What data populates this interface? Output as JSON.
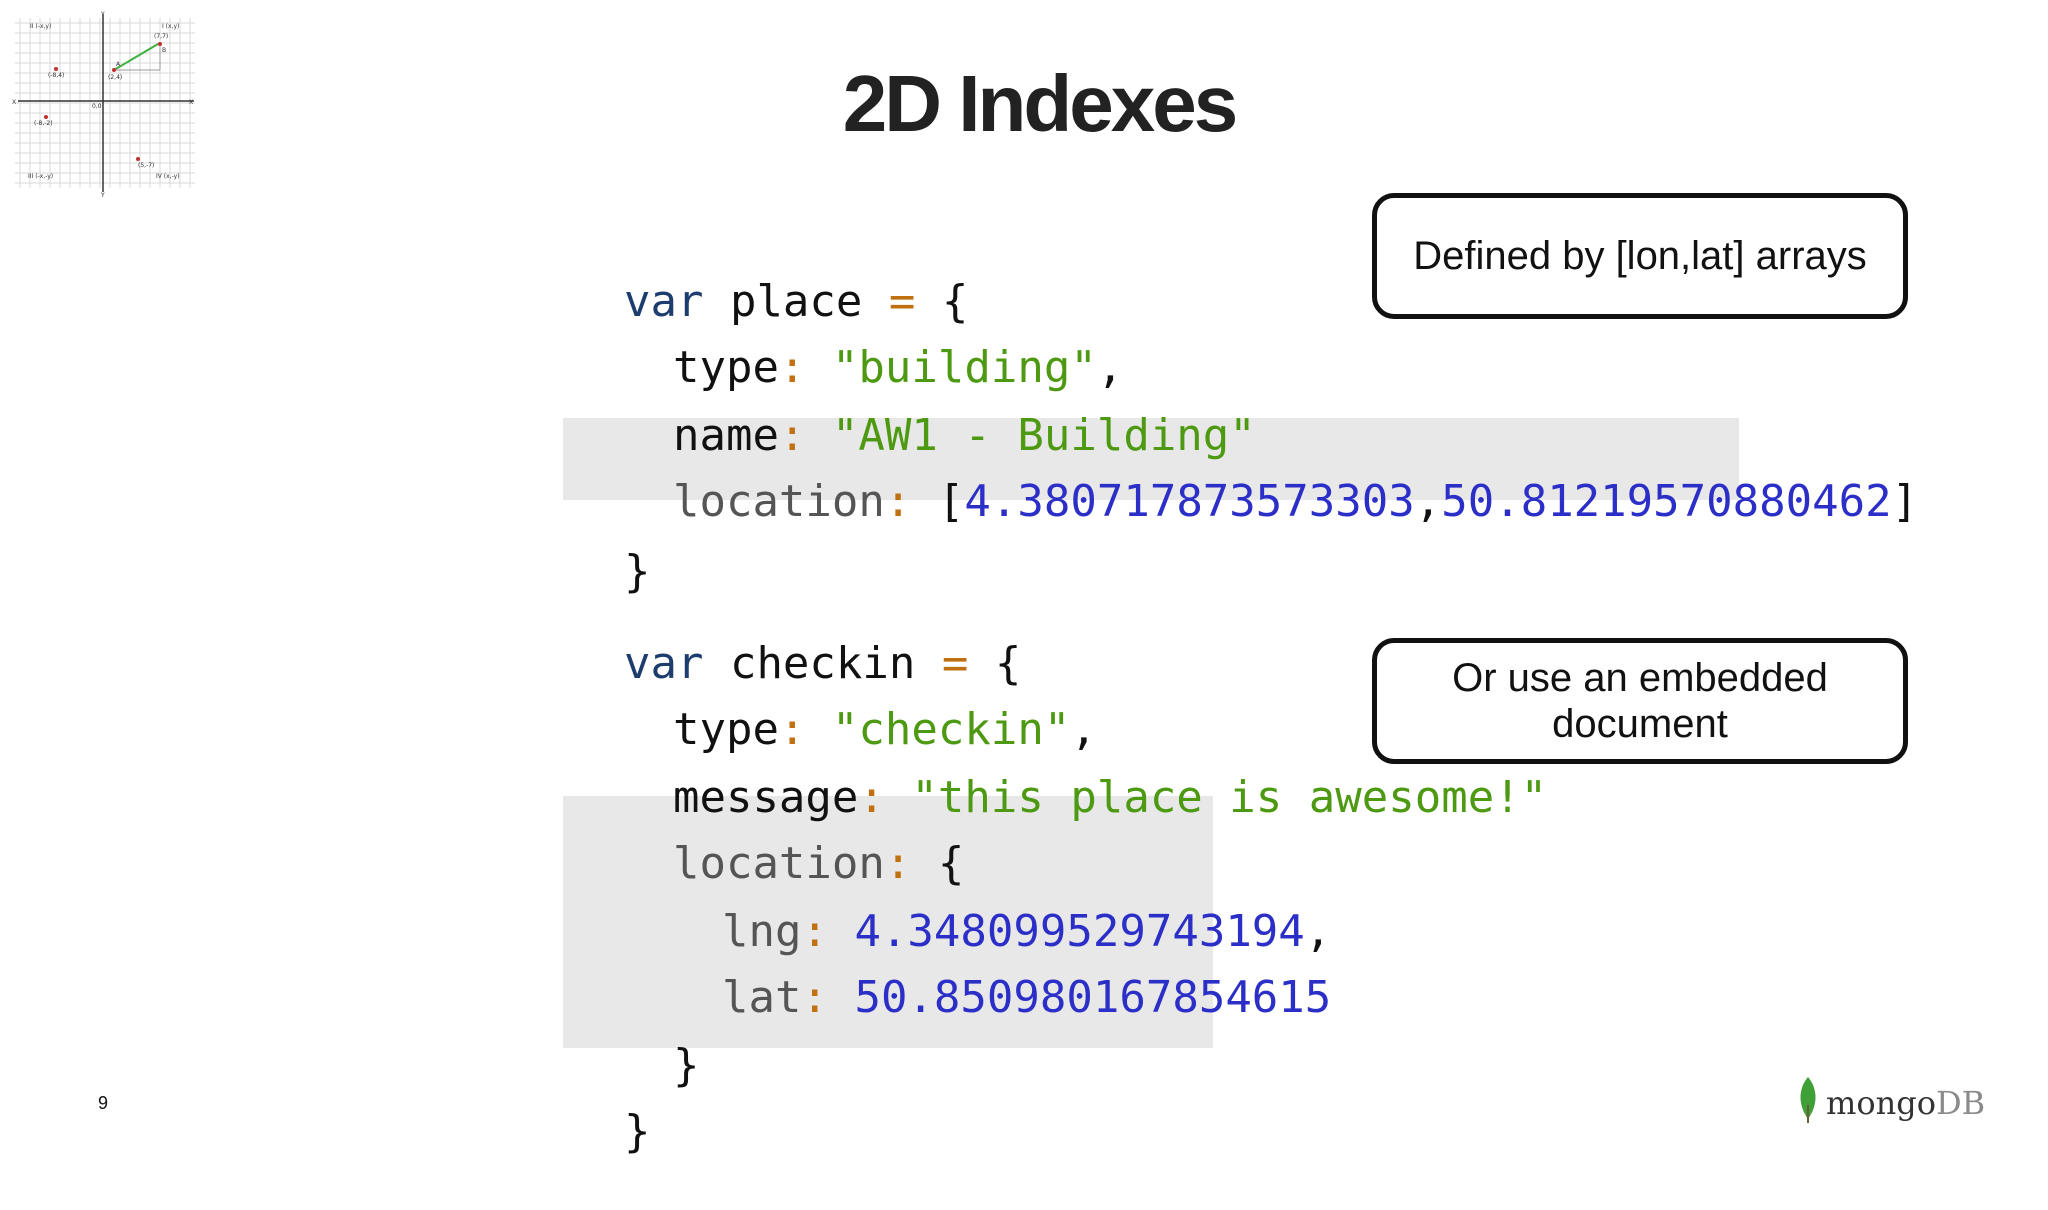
{
  "slide": {
    "title": "2D Indexes",
    "page_number": "9"
  },
  "graph_thumbnail": {
    "quadrant_labels": [
      "II (-x,y)",
      "I (x,y)",
      "III (-x,-y)",
      "IV (x,-y)"
    ],
    "axis_labels": [
      "X",
      "X",
      "Y",
      "Y"
    ],
    "origin_label": "0,0",
    "points": [
      "(-8,4)",
      "(-8,-2)",
      "(2,4)",
      "(7,7)",
      "(5,-7)"
    ],
    "point_labels": [
      "A",
      "B"
    ]
  },
  "code": {
    "place": {
      "kw": "var",
      "name": "place",
      "eq": "=",
      "open": "{",
      "type_key": "type",
      "type_val": "\"building\"",
      "name_key": "name",
      "name_val": "\"AW1 - Building\"",
      "loc_key": "location",
      "lon": "4.380717873573303",
      "lat": "50.81219570880462",
      "close": "}"
    },
    "checkin": {
      "kw": "var",
      "name": "checkin",
      "eq": "=",
      "open": "{",
      "type_key": "type",
      "type_val": "\"checkin\"",
      "msg_key": "message",
      "msg_val": "\"this place is awesome!\"",
      "loc_key": "location",
      "loc_open": "{",
      "lng_key": "lng",
      "lng_val": "4.348099529743194",
      "lat_key": "lat",
      "lat_val": "50.850980167854615",
      "loc_close": "}",
      "close": "}"
    }
  },
  "callouts": {
    "array": "Defined by [lon,lat] arrays",
    "embedded": "Or use an embedded document"
  },
  "logo": {
    "part1": "mongo",
    "part2": "DB",
    "leaf_color": "#3fa037"
  },
  "colors": {
    "keyword": "#1c3d6e",
    "string": "#4d9a12",
    "number": "#2b2fc7",
    "operator": "#c07010",
    "highlight": "#e8e8e8"
  }
}
